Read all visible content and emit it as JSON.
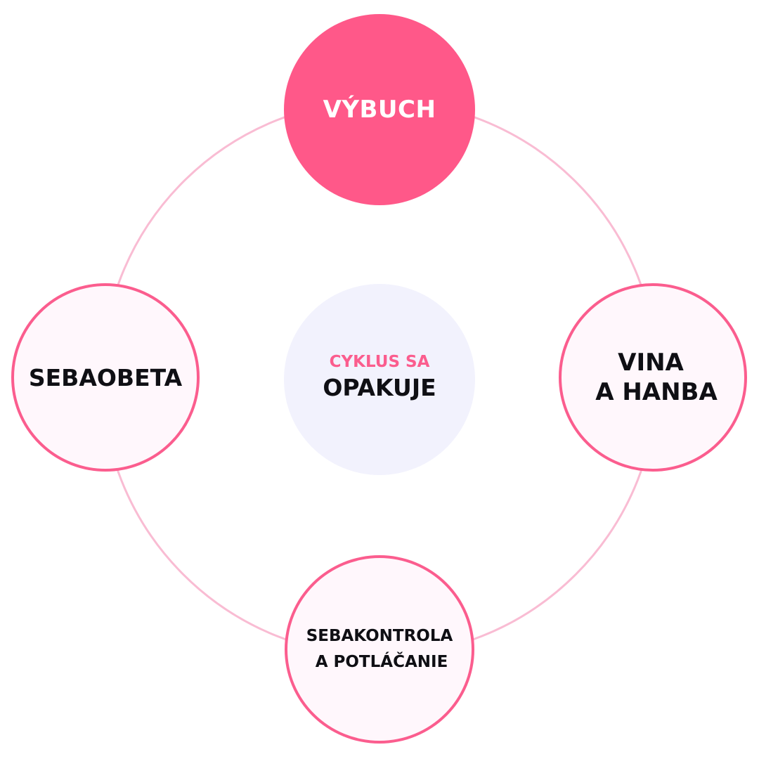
{
  "diagram": {
    "nodes": {
      "top": {
        "label": "VÝBUCH"
      },
      "right": {
        "line1": "VINA",
        "line2": "A HANBA"
      },
      "bottom": {
        "line1": "SEBAKONTROLA",
        "line2": "A POTLÁČANIE"
      },
      "left": {
        "label": "SEBAOBETA"
      },
      "center": {
        "line1": "CYKLUS SA",
        "line2": "OPAKUJE"
      }
    },
    "colors": {
      "accent": "#ff5889",
      "node_border": "#fb5d8e",
      "node_fill": "#fff7fc",
      "center_fill": "#f2f2fd",
      "ring": "#f9bcd3",
      "text": "#0f0f14"
    }
  }
}
